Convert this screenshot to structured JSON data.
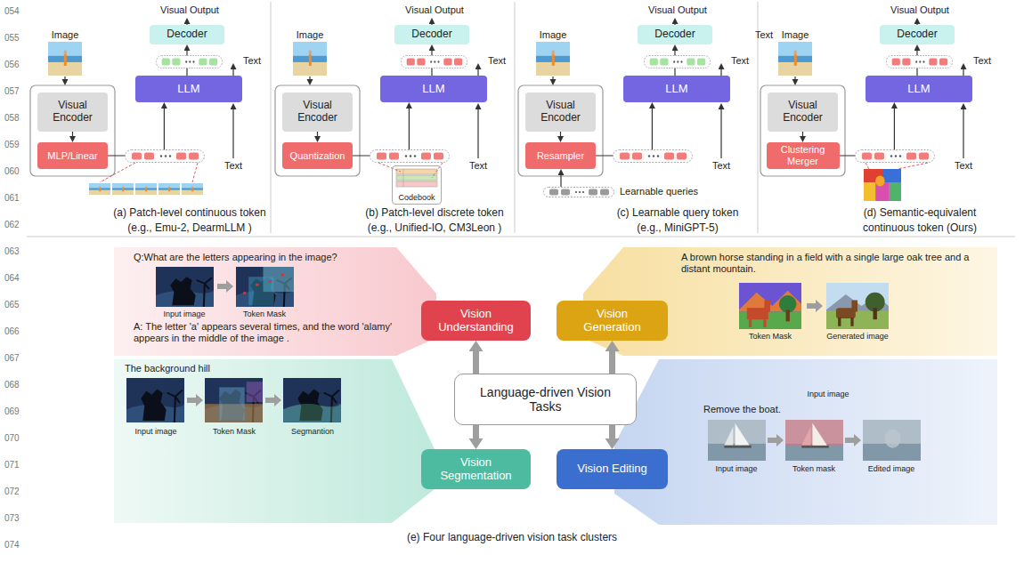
{
  "diagram": {
    "caption": "(e) Four language-driven vision task clusters",
    "nodes": [
      {
        "text": [
          "Visual Encoder"
        ]
      },
      {
        "text": [
          "MLP/Linear"
        ]
      },
      {
        "text": [
          "LLM"
        ]
      },
      {
        "text": [
          "Decoder"
        ]
      },
      {
        "text": [
          "Visual Encoder"
        ]
      },
      {
        "text": [
          "Quantization"
        ]
      },
      {
        "text": [
          "LLM"
        ]
      },
      {
        "text": [
          "Decoder"
        ]
      },
      {
        "text": [
          "Codebook"
        ]
      },
      {
        "text": [
          "Visual Encoder"
        ]
      },
      {
        "text": [
          "Resampler"
        ]
      },
      {
        "text": [
          "LLM"
        ]
      },
      {
        "text": [
          "Decoder"
        ]
      },
      {
        "text": [
          "Visual Encoder"
        ]
      },
      {
        "text": [
          "Clustering Merger"
        ]
      },
      {
        "text": [
          "LLM"
        ]
      },
      {
        "text": [
          "Decoder"
        ]
      },
      {
        "text": [
          "Vision Understanding"
        ]
      },
      {
        "text": [
          "Vision Generation"
        ]
      },
      {
        "text": [
          "Language-driven Vision Tasks"
        ]
      },
      {
        "text": [
          "Vision Segmentation"
        ]
      },
      {
        "text": [
          "Vision Editing"
        ]
      }
    ],
    "edges": [
      {
        "from": 0,
        "to": 1,
        "arrow": "to"
      },
      {
        "from": 1,
        "to": 2,
        "arrow": "to"
      },
      {
        "from": 2,
        "to": 3,
        "arrow": "to"
      },
      {
        "from": 4,
        "to": 5,
        "arrow": "to"
      },
      {
        "from": 5,
        "to": 6,
        "arrow": "to"
      },
      {
        "from": 6,
        "to": 7,
        "arrow": "to"
      },
      {
        "from": 9,
        "to": 10,
        "arrow": "to"
      },
      {
        "from": 10,
        "to": 11,
        "arrow": "to"
      },
      {
        "from": 11,
        "to": 12,
        "arrow": "to"
      },
      {
        "from": 13,
        "to": 14,
        "arrow": "to"
      },
      {
        "from": 14,
        "to": 15,
        "arrow": "to"
      },
      {
        "from": 15,
        "to": 16,
        "arrow": "to"
      },
      {
        "from": 19,
        "to": 17,
        "arrow": "to"
      },
      {
        "from": 19,
        "to": 18,
        "arrow": "to"
      },
      {
        "from": 19,
        "to": 20,
        "arrow": "to"
      },
      {
        "from": 19,
        "to": 21,
        "arrow": "to"
      }
    ],
    "labels": [
      "054",
      "055",
      "056",
      "057",
      "058",
      "059",
      "060",
      "061",
      "062",
      "063",
      "064",
      "065",
      "066",
      "067",
      "068",
      "069",
      "070",
      "071",
      "072",
      "073",
      "074",
      "Visual Output",
      "Image",
      "Text",
      "Text",
      "(a) Patch-level continuous token",
      "(e.g., Emu-2, DearmLLM )",
      "Visual Output",
      "Image",
      "Text",
      "Text",
      "(b) Patch-level discrete token",
      "(e.g., Unified-IO, CM3Leon )",
      "Visual Output",
      "Image",
      "Text",
      "Text",
      "Learnable queries",
      "(c) Learnable query token",
      "(e.g., MiniGPT-5)",
      "Visual Output",
      "Text",
      "Image",
      "Text",
      "Text",
      "(d) Semantic-equivalent",
      "continuous token (Ours)",
      "Q:What are the letters appearing in the image?",
      "Input image",
      "Token Mask",
      "A: The letter 'a' appears several times, and the word 'alamy' appears in the middle of the image .",
      "A brown horse standing in a field with a single large oak tree and a distant mountain.",
      "Token Mask",
      "Generated image",
      "The background hill",
      "Input image",
      "Token Mask",
      "Segmantion",
      "Input image",
      "Remove the boat.",
      "Input image",
      "Token mask",
      "Edited image"
    ]
  }
}
